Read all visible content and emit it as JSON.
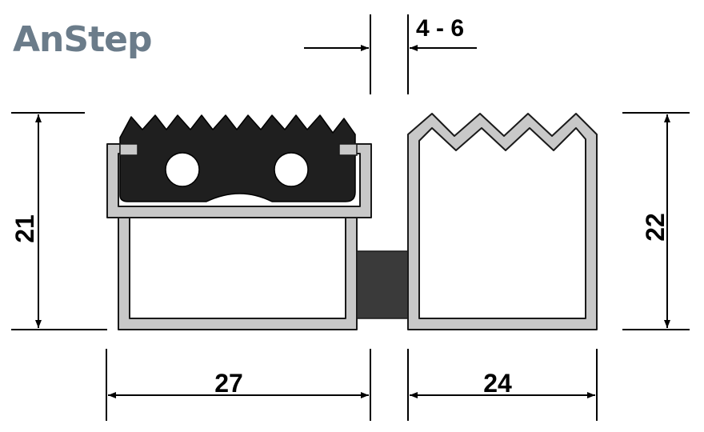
{
  "brand": {
    "name": "AnStep",
    "color": "#6b7c8a"
  },
  "dimensions": {
    "gap": "4 - 6",
    "left_height": "21",
    "right_height": "22",
    "left_width": "27",
    "right_width": "24"
  },
  "colors": {
    "profile_fill": "#c8c8c8",
    "profile_outline": "#1a1a1a",
    "rubber_insert": "#1f1f1f",
    "spacer": "#3a3a3a",
    "dimension_lines": "#000000"
  }
}
